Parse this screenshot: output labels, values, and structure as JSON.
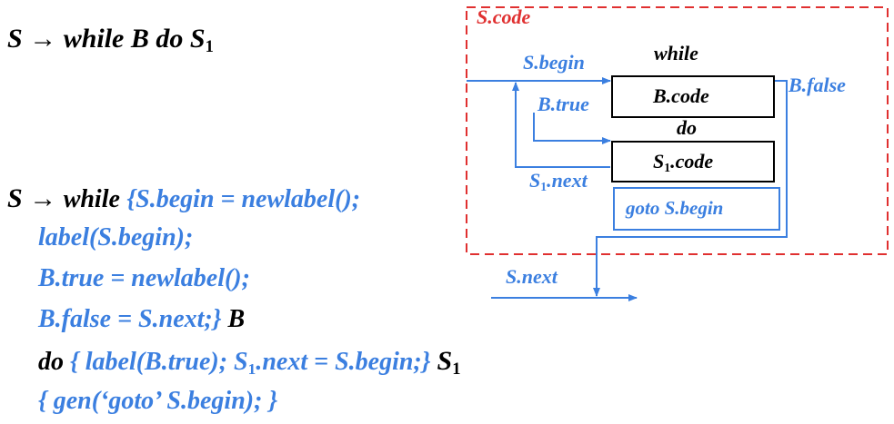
{
  "rule1": {
    "S": "S",
    "arrow": "→",
    "rhs_text": "while B do S",
    "sub": "1"
  },
  "rule2": {
    "S": "S",
    "arrow": "→",
    "kw_while": "while",
    "a1": "{S.begin = newlabel();",
    "a2": "label(S.begin);",
    "a3": "B.true = newlabel();",
    "a4": "B.false = S.next;}",
    "B": "B",
    "kw_do": "do",
    "a5_pre": "{ label(B.true); S",
    "a5_sub": "1",
    "a5_post": ".next = S.begin;}",
    "S1": "S",
    "S1_sub": "1",
    "a6": "{ gen(‘goto’ S.begin); }"
  },
  "diagram": {
    "scode_label": "S.code",
    "while_label": "while",
    "do_label": "do",
    "sbegin_label": "S.begin",
    "btrue_label": "B.true",
    "bfalse_label": "B.false",
    "bcode_label": "B.code",
    "s1code_pre": "S",
    "s1code_sub": "1",
    "s1code_post": ".code",
    "s1next_pre": "S",
    "s1next_sub": "1",
    "s1next_post": ".next",
    "goto_label": "goto S.begin",
    "snext_label": "S.next",
    "colors": {
      "blue": "#3b7fe0",
      "red": "#e03030",
      "black": "#000000"
    }
  }
}
